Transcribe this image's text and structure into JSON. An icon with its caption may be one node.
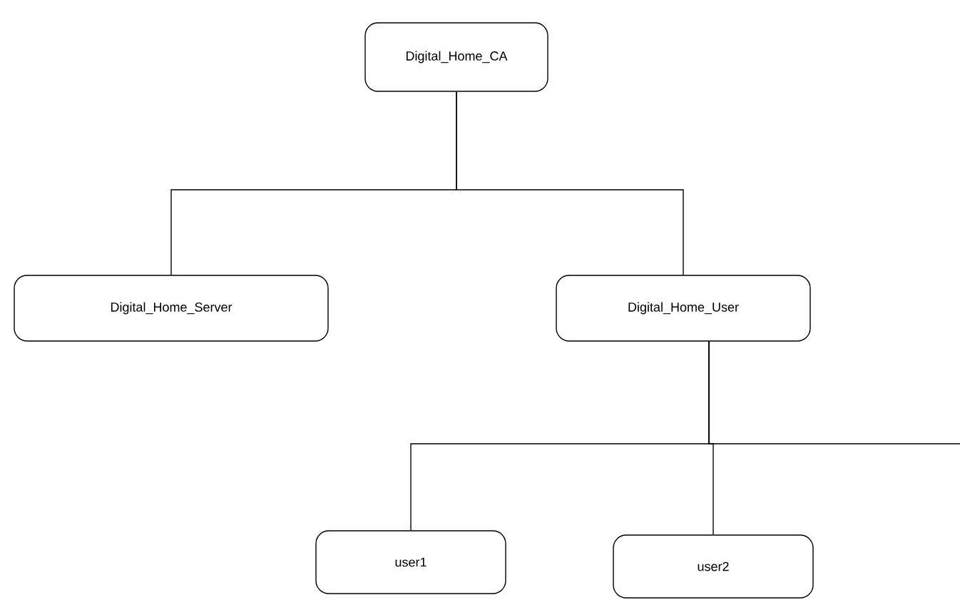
{
  "diagram": {
    "nodes": [
      {
        "text": [
          "Digital_Home_CA"
        ]
      },
      {
        "text": [
          "Digital_Home_Server"
        ]
      },
      {
        "text": [
          "Digital_Home_User"
        ]
      },
      {
        "text": [
          "user1"
        ]
      },
      {
        "text": [
          "user2"
        ]
      }
    ],
    "edges": [
      {
        "from": 0,
        "to": 1,
        "arrow": "none"
      },
      {
        "from": 0,
        "to": 2,
        "arrow": "none"
      },
      {
        "from": 2,
        "to": 3,
        "arrow": "none"
      },
      {
        "from": 2,
        "to": 4,
        "arrow": "none"
      },
      {
        "from": 2,
        "to": null,
        "arrow": "none"
      }
    ]
  }
}
